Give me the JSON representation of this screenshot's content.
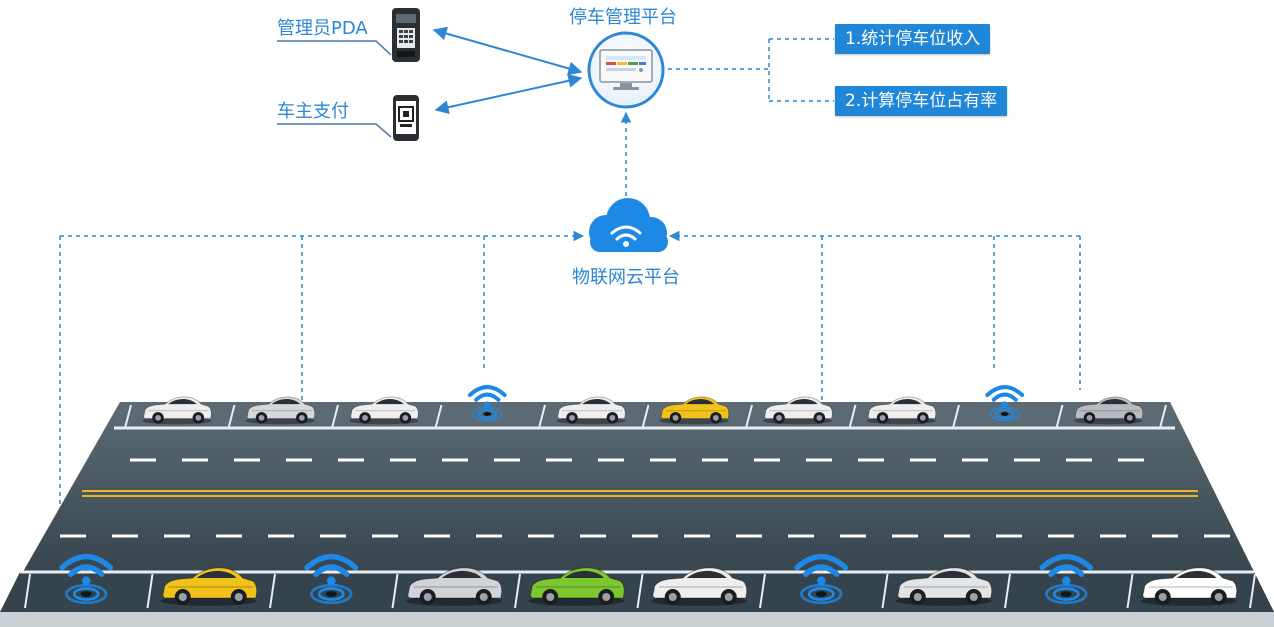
{
  "labels": {
    "pda": "管理员PDA",
    "owner_pay": "车主支付",
    "parking_platform": "停车管理平台",
    "iot_cloud": "物联网云平台"
  },
  "functions": [
    "1.统计停车位收入",
    "2.计算停车位占有率"
  ],
  "colors": {
    "accent_blue": "#2f87d3",
    "box_blue": "#1f86d8",
    "road_dark": "#3d4a53",
    "lane_yellow": "#e6b825",
    "sensor_blue": "#1e88e5"
  },
  "road": {
    "top_row": [
      {
        "type": "car",
        "color": "#eeeeee"
      },
      {
        "type": "car",
        "color": "#d5d7d9"
      },
      {
        "type": "car",
        "color": "#eeeeee"
      },
      {
        "type": "sensor"
      },
      {
        "type": "car",
        "color": "#eeeeee"
      },
      {
        "type": "car",
        "color": "#f1c21b"
      },
      {
        "type": "car",
        "color": "#eeeeee"
      },
      {
        "type": "car",
        "color": "#eeeeee"
      },
      {
        "type": "sensor"
      },
      {
        "type": "car",
        "color": "#b8bcc0"
      }
    ],
    "bottom_row": [
      {
        "type": "sensor"
      },
      {
        "type": "car",
        "color": "#f1c21b"
      },
      {
        "type": "sensor"
      },
      {
        "type": "car",
        "color": "#d0d4d8"
      },
      {
        "type": "car",
        "color": "#7cc62f"
      },
      {
        "type": "car",
        "color": "#eeeeee"
      },
      {
        "type": "sensor"
      },
      {
        "type": "car",
        "color": "#e2e4e6"
      },
      {
        "type": "sensor"
      },
      {
        "type": "car",
        "color": "#ffffff"
      }
    ]
  }
}
